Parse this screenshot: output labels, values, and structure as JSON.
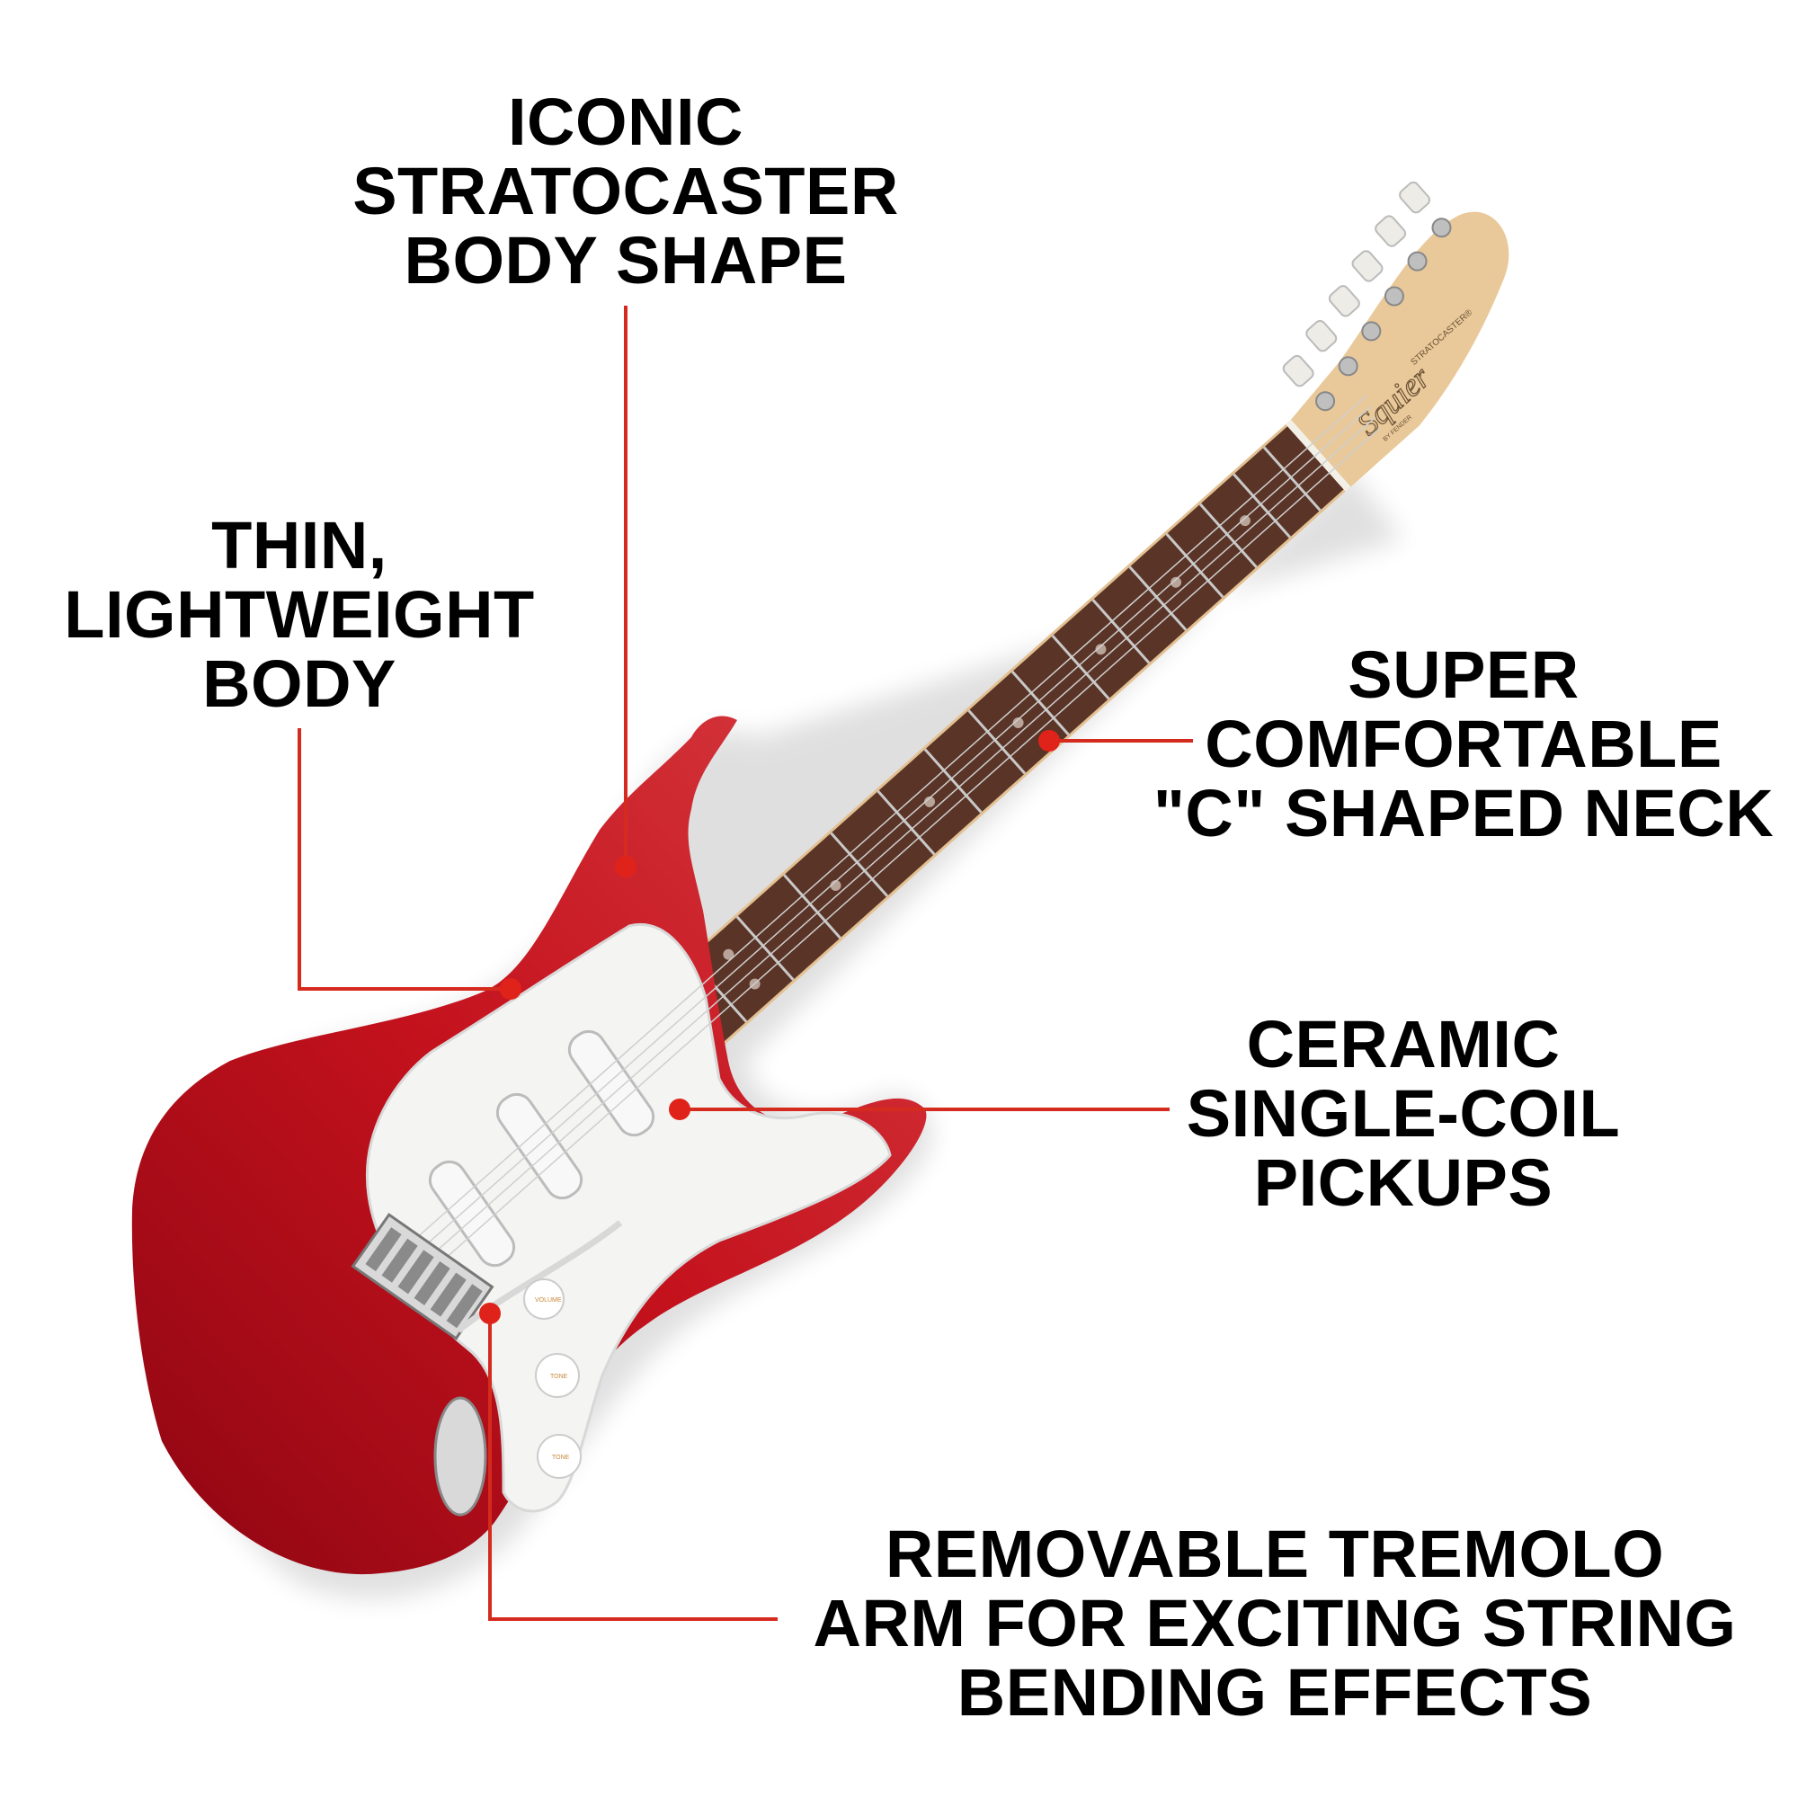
{
  "callouts": {
    "body_shape": {
      "lines": [
        "ICONIC",
        "STRATOCASTER",
        "BODY SHAPE"
      ]
    },
    "lightweight": {
      "lines": [
        "THIN,",
        "LIGHTWEIGHT",
        "BODY"
      ]
    },
    "neck": {
      "lines": [
        "SUPER",
        "COMFORTABLE",
        "\"C\" SHAPED NECK"
      ]
    },
    "pickups": {
      "lines": [
        "CERAMIC",
        "SINGLE-COIL",
        "PICKUPS"
      ]
    },
    "tremolo": {
      "lines": [
        "REMOVABLE TREMOLO",
        "ARM FOR EXCITING STRING",
        "BENDING EFFECTS"
      ]
    }
  },
  "guitar": {
    "brand": "Squier",
    "brand_sub": "BY FENDER",
    "model": "STRATOCASTER®",
    "knob_labels": [
      "VOLUME",
      "TONE",
      "TONE"
    ]
  },
  "colors": {
    "accent": "#d52b1e",
    "body": "#b80f1a",
    "pickguard": "#f4f4f2",
    "fretboard": "#5a3426",
    "headstock": "#e9c99a"
  }
}
